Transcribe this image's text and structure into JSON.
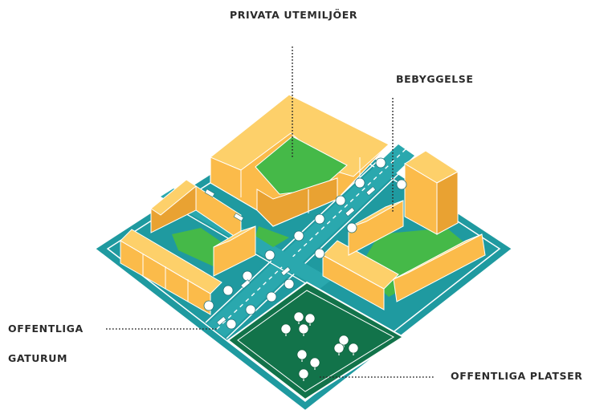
{
  "labels": {
    "privata_utemiljoer": "PRIVATA UTEMILJÖER",
    "bebyggelse": "BEBYGGELSE",
    "offentliga_gaturum_line1": "OFFENTLIGA",
    "offentliga_gaturum_line2": "GATURUM",
    "offentliga_platser": "OFFENTLIGA PLATSER"
  },
  "colors": {
    "ground": "#1f9aa0",
    "street": "#2aa8ae",
    "building": "#fbbb4a",
    "building_roof": "#fdd06a",
    "building_shade": "#e9a232",
    "courtyard": "#45b948",
    "plaza": "#12734a",
    "text": "#2b2b2b"
  }
}
